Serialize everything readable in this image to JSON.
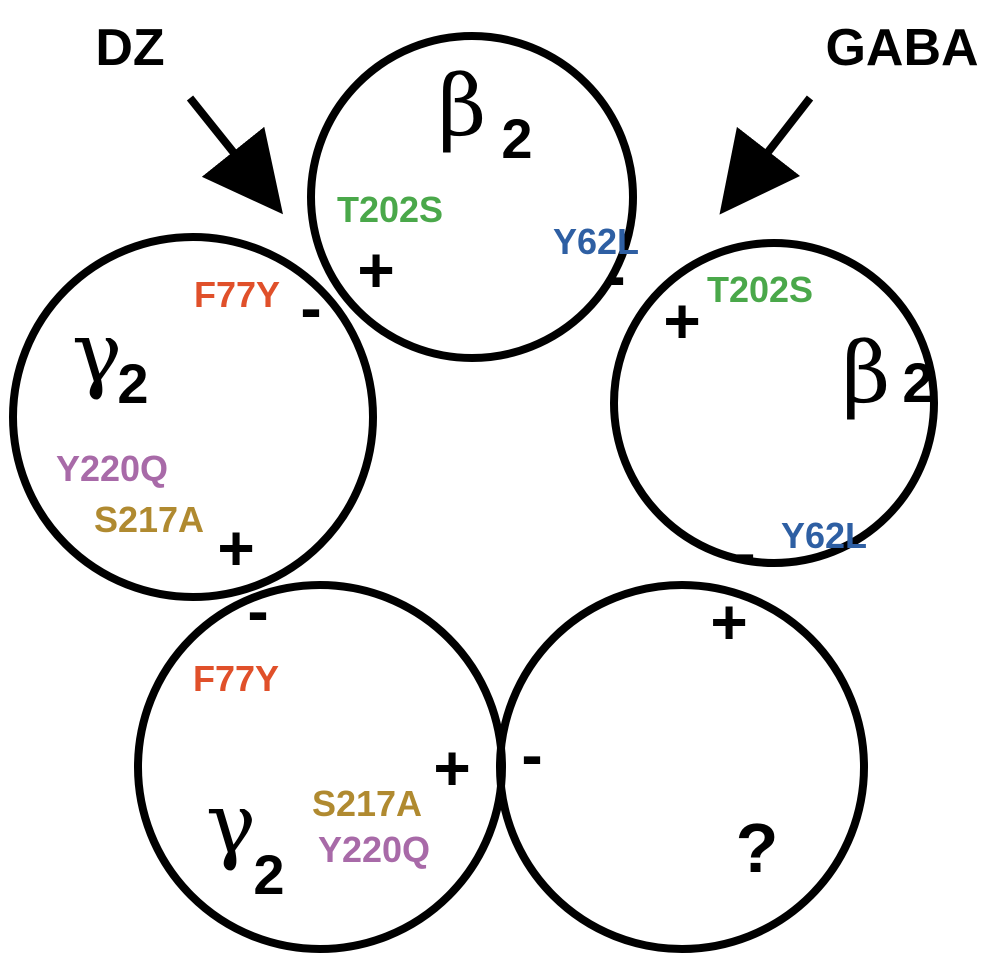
{
  "arrows": {
    "dz_label": "DZ",
    "gaba_label": "GABA"
  },
  "subunits": {
    "top": {
      "greek": "β",
      "sub": "2"
    },
    "right": {
      "greek": "β",
      "sub": "2"
    },
    "left": {
      "greek": "γ",
      "sub": "2"
    },
    "bottom_left": {
      "greek": "γ",
      "sub": "2"
    },
    "bottom_right": {
      "unknown": "?"
    }
  },
  "mutations": {
    "top_plus": "T202S",
    "top_minus": "Y62L",
    "right_plus": "T202S",
    "right_minus": "Y62L",
    "left_minus": "F77Y",
    "left_plus_1": "Y220Q",
    "left_plus_2": "S217A",
    "bottom_left_minus": "F77Y",
    "bottom_left_plus_1": "S217A",
    "bottom_left_plus_2": "Y220Q"
  },
  "signs": {
    "plus": "+",
    "minus": "-"
  },
  "colors": {
    "T202S": "#4aa84a",
    "Y62L": "#2e5fa3",
    "F77Y": "#e0502a",
    "Y220Q": "#a86aa8",
    "S217A": "#b08a30",
    "outline": "#000000"
  }
}
